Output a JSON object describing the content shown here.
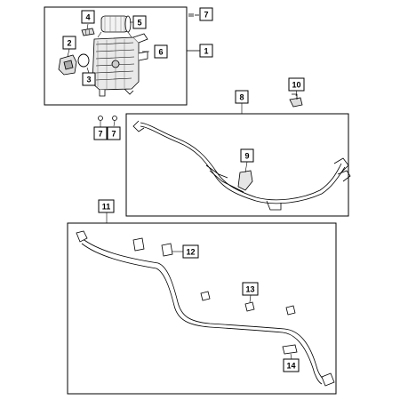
{
  "diagram": {
    "callouts": {
      "c1": "1",
      "c2": "2",
      "c3": "3",
      "c4": "4",
      "c5": "5",
      "c6": "6",
      "c7_top": "7",
      "c7_mid_a": "7",
      "c7_mid_b": "7",
      "c8": "8",
      "c9": "9",
      "c10": "10",
      "c11": "11",
      "c12": "12",
      "c13": "13",
      "c14": "14"
    }
  }
}
